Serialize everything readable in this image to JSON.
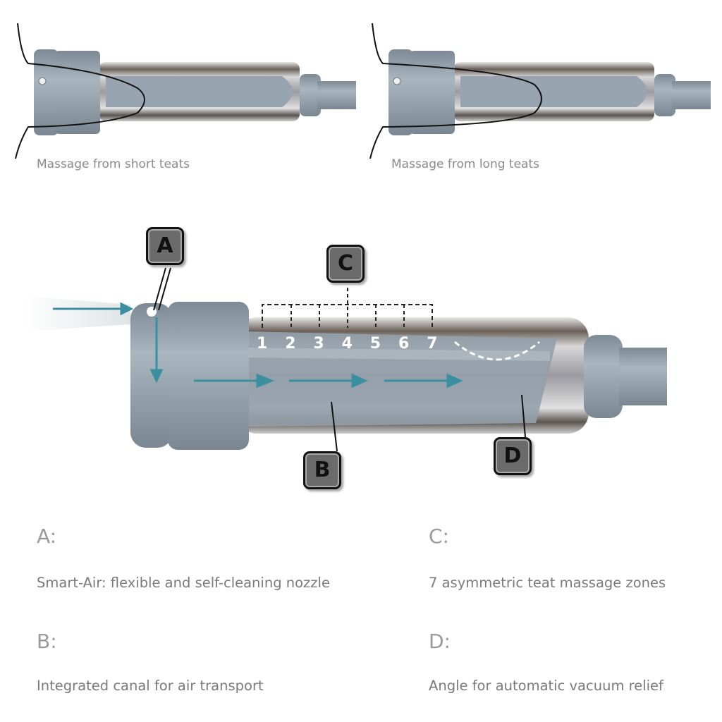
{
  "top": {
    "left_caption": "Massage from short teats",
    "right_caption": "Massage from long teats"
  },
  "diagram": {
    "callouts": [
      "A",
      "B",
      "C",
      "D"
    ],
    "zones": [
      "1",
      "2",
      "3",
      "4",
      "5",
      "6",
      "7"
    ],
    "colors": {
      "arrow": "#3a8fa0",
      "plastic": "#8e9ba6",
      "callout": "#6b6b6b"
    }
  },
  "legend": [
    {
      "key": "A:",
      "text": "Smart-Air: flexible and self-cleaning nozzle"
    },
    {
      "key": "C:",
      "text": "7 asymmetric teat massage zones"
    },
    {
      "key": "B:",
      "text": "Integrated canal for air transport"
    },
    {
      "key": "D:",
      "text": "Angle for automatic vacuum relief"
    }
  ]
}
